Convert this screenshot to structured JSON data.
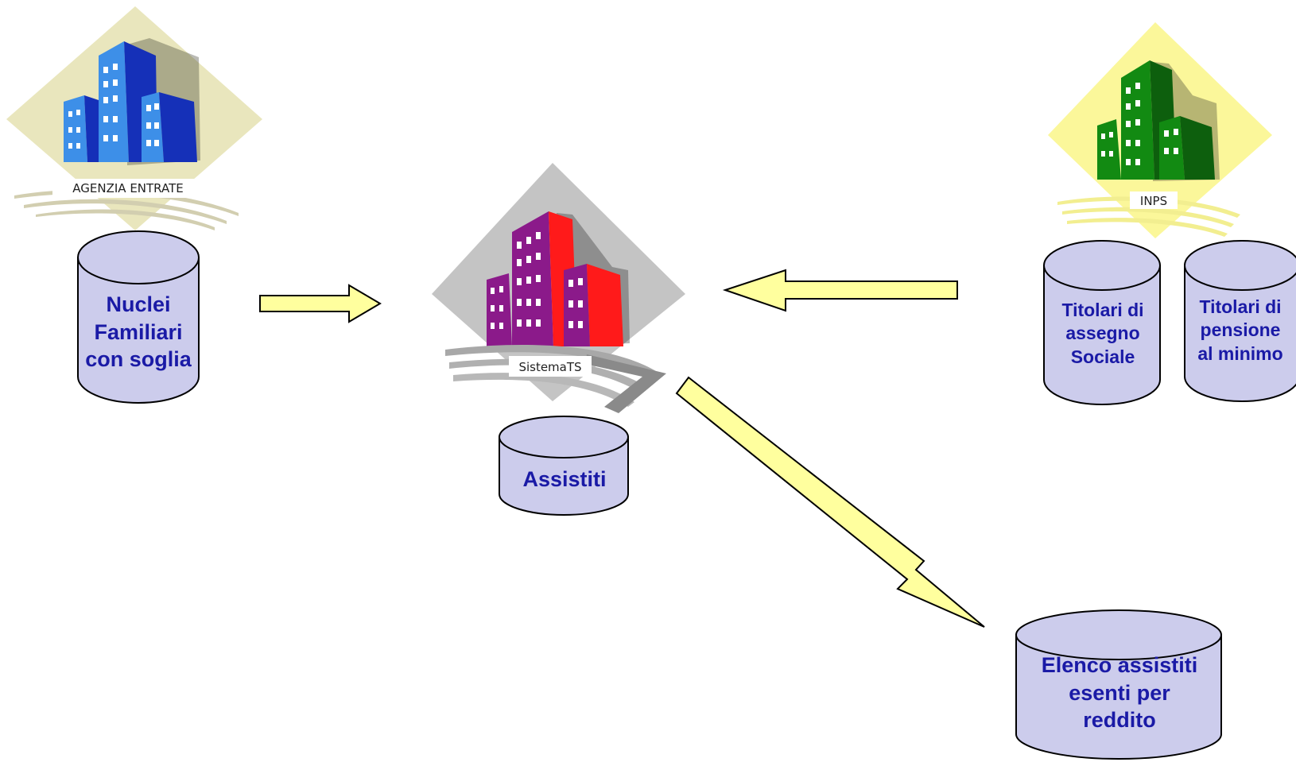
{
  "colors": {
    "cylinder_fill": "#ccccec",
    "cylinder_text": "#1a1aa6",
    "arrow_fill": "#ffff9e",
    "agenzia_building": "#3d8fe8",
    "agenzia_bg": "#e9e6bd",
    "sistema_building": "#8b1a8a",
    "sistema_accent": "#ff1a1a",
    "sistema_bg": "#c4c4c4",
    "inps_building": "#128a12",
    "inps_bg": "#fbf79a"
  },
  "nodes": {
    "agenzia": {
      "label": "AGENZIA ENTRATE",
      "icon": "office-building-icon"
    },
    "sistema": {
      "label": "SistemaTS",
      "icon": "office-building-icon"
    },
    "inps": {
      "label": "INPS",
      "icon": "office-building-icon"
    }
  },
  "databases": {
    "nuclei": "Nuclei\nFamiliari\ncon soglia",
    "assistiti": "Assistiti",
    "titolari_assegno": "Titolari di\nassegno\nSociale",
    "titolari_pensione": "Titolari di\npensione\nal minimo",
    "elenco": "Elenco assistiti\nesenti per\nreddito"
  },
  "edges": [
    {
      "from": "agenzia",
      "to": "sistema"
    },
    {
      "from": "inps",
      "to": "sistema"
    },
    {
      "from": "sistema",
      "to": "elenco"
    }
  ]
}
